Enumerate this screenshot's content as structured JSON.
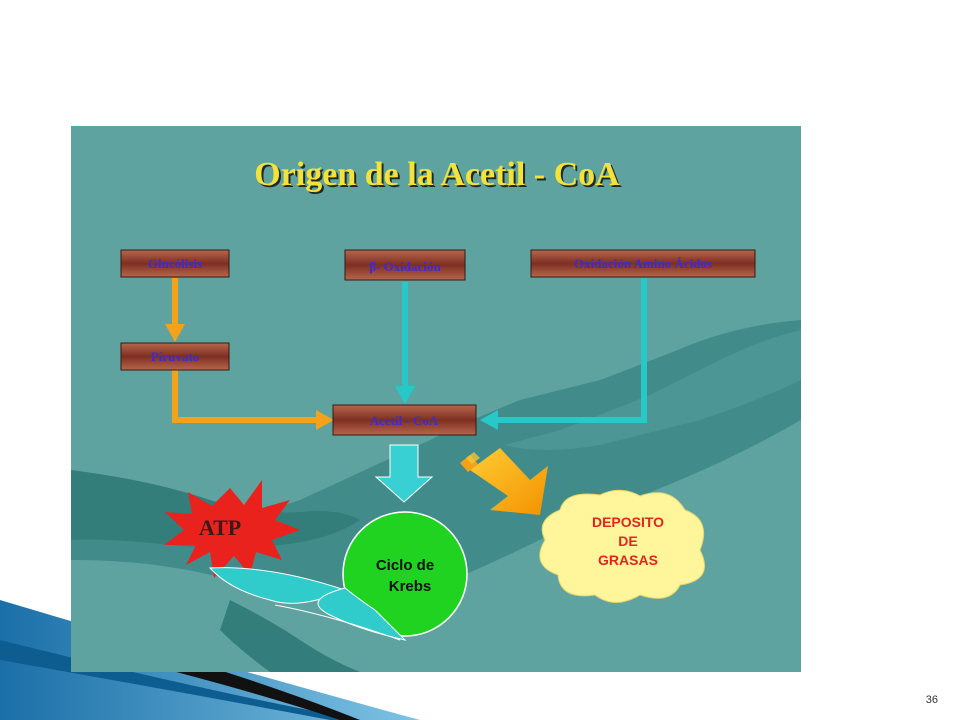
{
  "title": "Origen de la Acetil - CoA",
  "boxes": {
    "glucolisis": "Glucólisis",
    "beta_symbol": "β",
    "beta_rest": "- Oxidación",
    "amino": "Oxidación Amino Ácidos",
    "piruvato": "Piruvato",
    "acetil": "Acetil - CoA"
  },
  "atp": "ATP",
  "krebs": {
    "line1": "Ciclo de",
    "line2": "Krebs"
  },
  "grasas": {
    "line1": "DEPOSITO",
    "line2": "DE",
    "line3": "GRASAS"
  },
  "page_number": "36",
  "colors": {
    "panel": "#5fa3a0",
    "orange_arrow": "#f5a21b",
    "cyan_arrow": "#27c8c8",
    "box_fill": "#8a3c2c",
    "krebs_green": "#21d321",
    "atp_red": "#e9221e",
    "cloud_yellow": "#fff59a"
  }
}
